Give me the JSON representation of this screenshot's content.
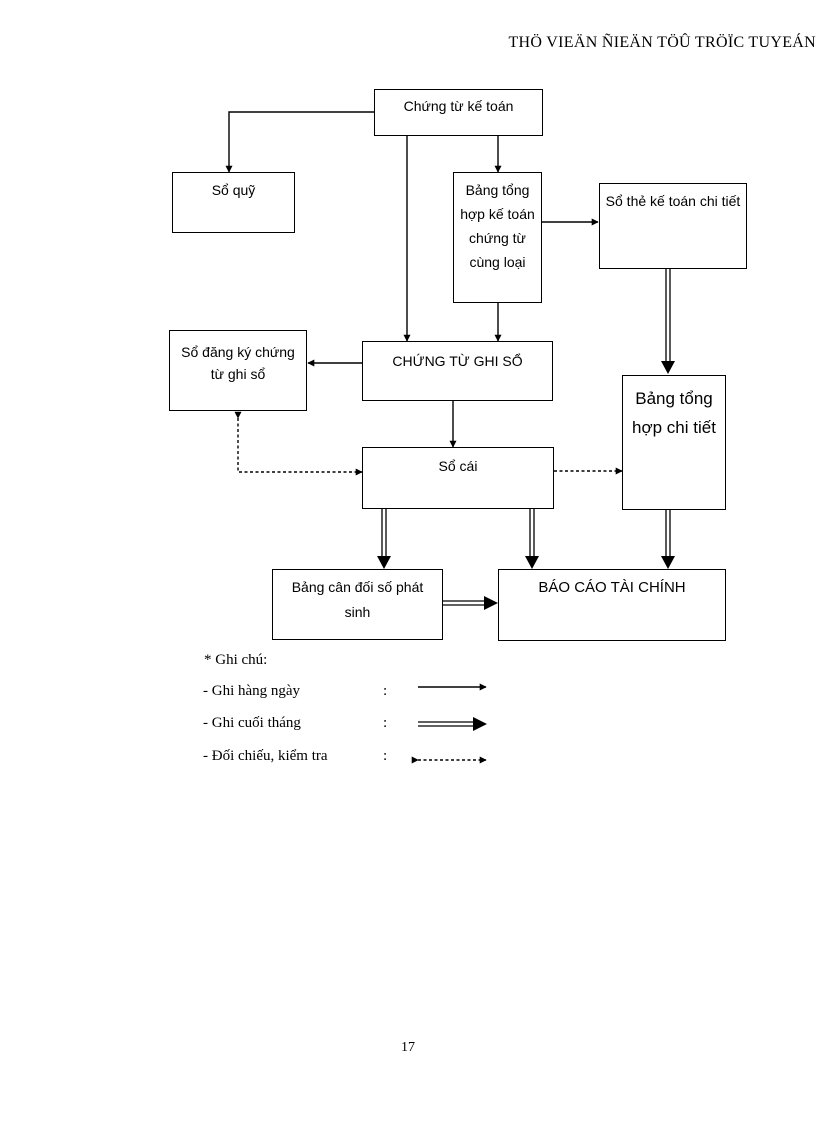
{
  "header": "THÖ VIEÄN ÑIEÄN TÖÛ TRÖÏC TUYEÁN",
  "boxes": {
    "chung_tu_ke_toan": "Chứng từ kế toán",
    "so_quy": "Sổ quỹ",
    "bang_tong_hop_ctcl": "Bảng tổng hợp kế toán chứng từ cùng loại",
    "so_the_ke_toan_chi_tiet": "Sổ thẻ kế toán chi tiết",
    "so_dang_ky_ctgs": "Sổ đăng ký chứng từ ghi sổ",
    "chung_tu_ghi_so": "CHỨNG TỪ GHI SỔ",
    "bang_tong_hop_chi_tiet": "Bảng tổng hợp chi tiết",
    "so_cai": "Sổ cái",
    "bang_can_doi": "Bảng cân đối số phát sinh",
    "bao_cao_tai_chinh": "BÁO CÁO TÀI CHÍNH"
  },
  "legend": {
    "title": "* Ghi chú:",
    "items": [
      {
        "label": "-  Ghi hàng ngày",
        "colon": ":",
        "style": "single-arrow"
      },
      {
        "label": "-  Ghi cuối tháng",
        "colon": ":",
        "style": "double-arrow"
      },
      {
        "label": "-  Đối chiếu, kiểm tra",
        "colon": ":",
        "style": "dashed-two-way-arrow"
      }
    ]
  },
  "page_number": "17"
}
